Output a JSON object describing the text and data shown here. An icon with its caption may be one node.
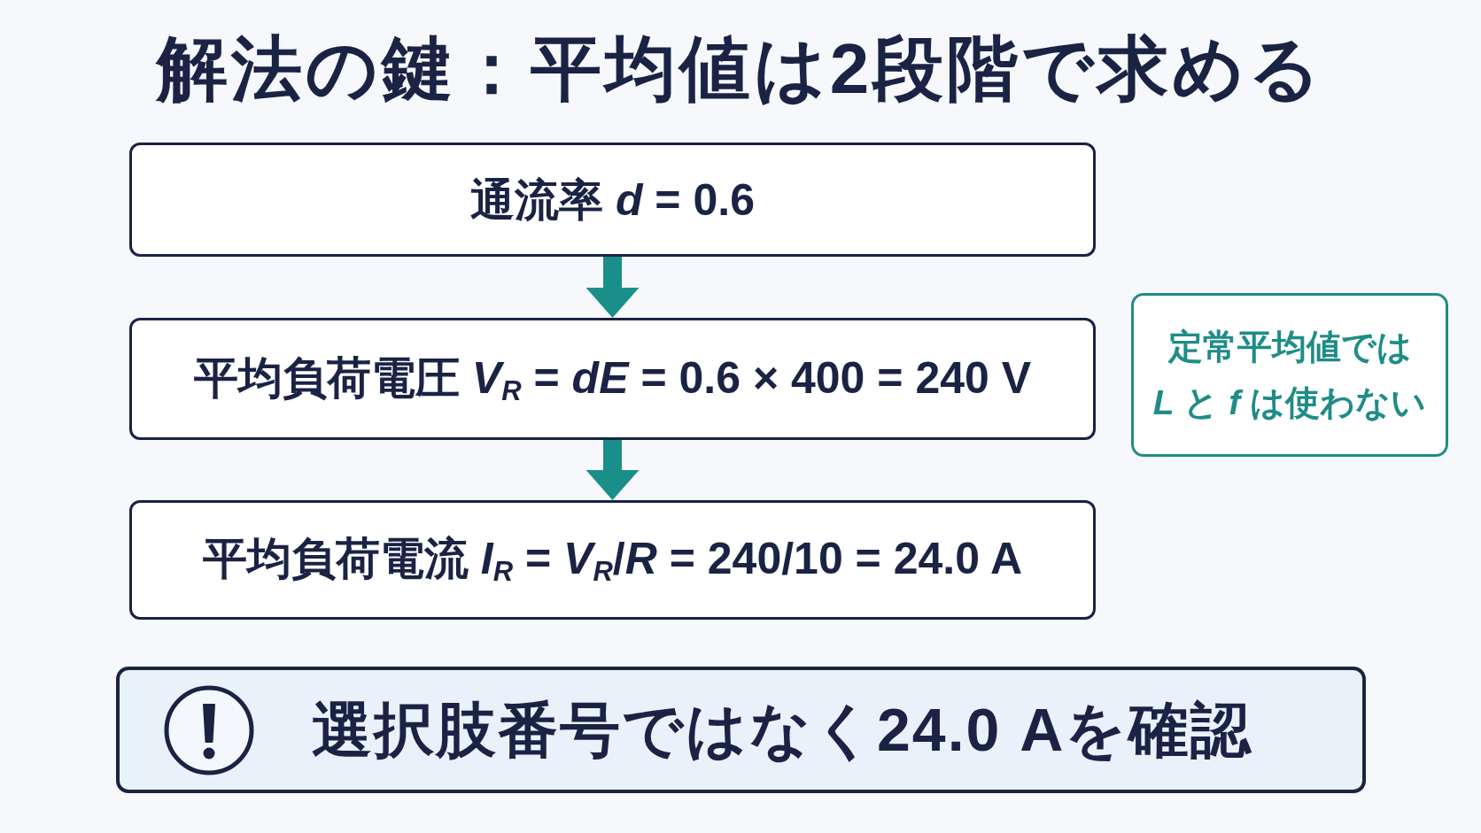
{
  "diagram": {
    "title": "解法の鍵：平均値は2段階で求める",
    "nodes": [
      {
        "text": [
          "通流率 *d* = 0.6"
        ]
      },
      {
        "text": [
          "平均負荷電圧 *V*$_{R}$ = *dE* = 0.6 × 400 = 240 V"
        ]
      },
      {
        "text": [
          "平均負荷電流 *I*$_{R}$ = *V*$_{R}$/*R* = 240/10 = 24.0 A"
        ]
      },
      {
        "text": [
          "定常平均値では *L* と *f* は使わない"
        ]
      },
      {
        "text": [
          "選択肢番号ではなく24.0 Aを確認"
        ]
      }
    ],
    "edges": [
      {
        "from": 0,
        "to": 1,
        "arrow": "to"
      },
      {
        "from": 1,
        "to": 2,
        "arrow": "to"
      }
    ]
  }
}
